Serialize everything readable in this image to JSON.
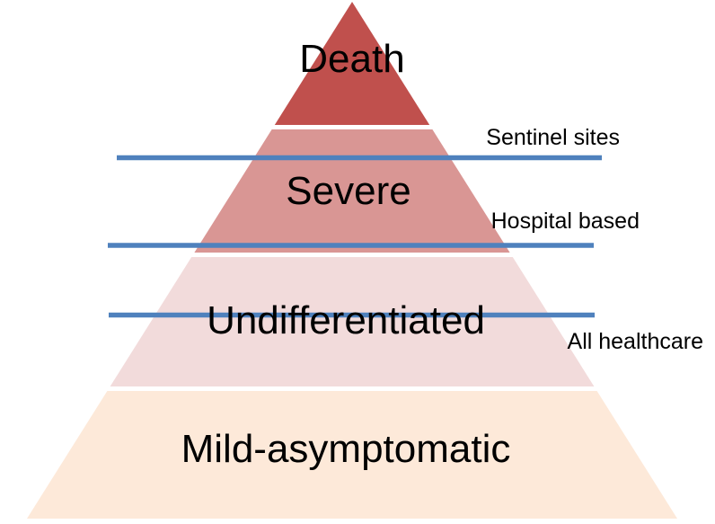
{
  "figure": {
    "name": "disease-severity-surveillance-pyramid",
    "background": "#ffffff",
    "levels": [
      {
        "label": "Death",
        "color": "#c0504d"
      },
      {
        "label": "Severe",
        "color": "#d99694"
      },
      {
        "label": "Undifferentiated",
        "color": "#f2dbdb"
      },
      {
        "label": "Mild-asymptomatic",
        "color": "#fde9d9"
      }
    ],
    "surveillance_lines": [
      {
        "label": "Sentinel sites",
        "color": "#4f81bd"
      },
      {
        "label": "Hospital based",
        "color": "#4f81bd"
      },
      {
        "label": "All healthcare",
        "color": "#4f81bd"
      }
    ]
  }
}
